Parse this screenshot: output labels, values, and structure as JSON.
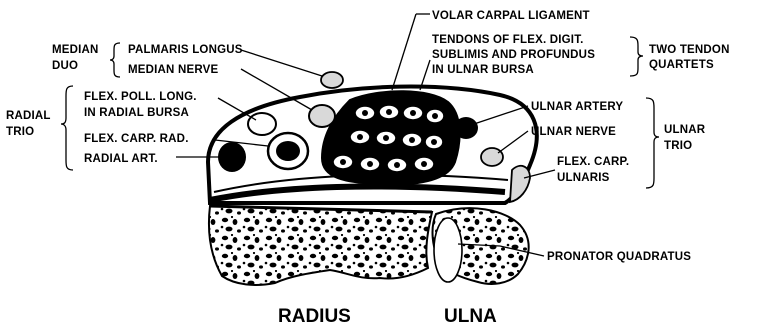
{
  "labels": {
    "volar_carpal_ligament": "VOLAR CARPAL LIGAMENT",
    "tendons_line1": "TENDONS OF FLEX. DIGIT.",
    "tendons_line2": "SUBLIMIS AND PROFUNDUS",
    "tendons_line3": "IN ULNAR BURSA",
    "two_tendon_line1": "TWO TENDON",
    "two_tendon_line2": "QUARTETS",
    "median_duo_line1": "MEDIAN",
    "median_duo_line2": "DUO",
    "palmaris_longus": "PALMARIS LONGUS",
    "median_nerve": "MEDIAN NERVE",
    "radial_trio_line1": "RADIAL",
    "radial_trio_line2": "TRIO",
    "flex_poll_long_line1": "FLEX. POLL. LONG.",
    "flex_poll_long_line2": "IN RADIAL BURSA",
    "flex_carp_rad": "FLEX. CARP. RAD.",
    "radial_art": "RADIAL ART.",
    "ulnar_artery": "ULNAR ARTERY",
    "ulnar_nerve": "ULNAR NERVE",
    "flex_carp_ulnaris_line1": "FLEX. CARP.",
    "flex_carp_ulnaris_line2": "ULNARIS",
    "ulnar_trio_line1": "ULNAR",
    "ulnar_trio_line2": "TRIO",
    "pronator_quadratus": "PRONATOR QUADRATUS",
    "radius": "RADIUS",
    "ulna": "ULNA"
  },
  "colors": {
    "ink": "#000000",
    "paper": "#ffffff",
    "gray_fill": "#d9d9d9"
  }
}
